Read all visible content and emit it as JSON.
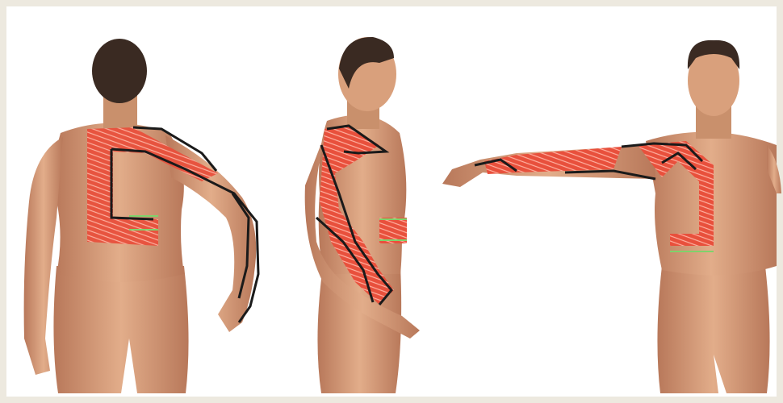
{
  "figure": {
    "panels": [
      {
        "view": "back",
        "subject": "male-body"
      },
      {
        "view": "side",
        "subject": "male-body"
      },
      {
        "view": "front",
        "subject": "male-body"
      }
    ],
    "colors": {
      "background_outer": "#ede9df",
      "background_inner": "#ffffff",
      "skin": "#d9a07c",
      "skin_shade": "#b8785a",
      "hair": "#3a2a22",
      "stripe_fill": "#e8503c",
      "stripe_line": "#ffb0a0",
      "outline": "#1a1a1a",
      "marker": "#7fd26b"
    }
  }
}
